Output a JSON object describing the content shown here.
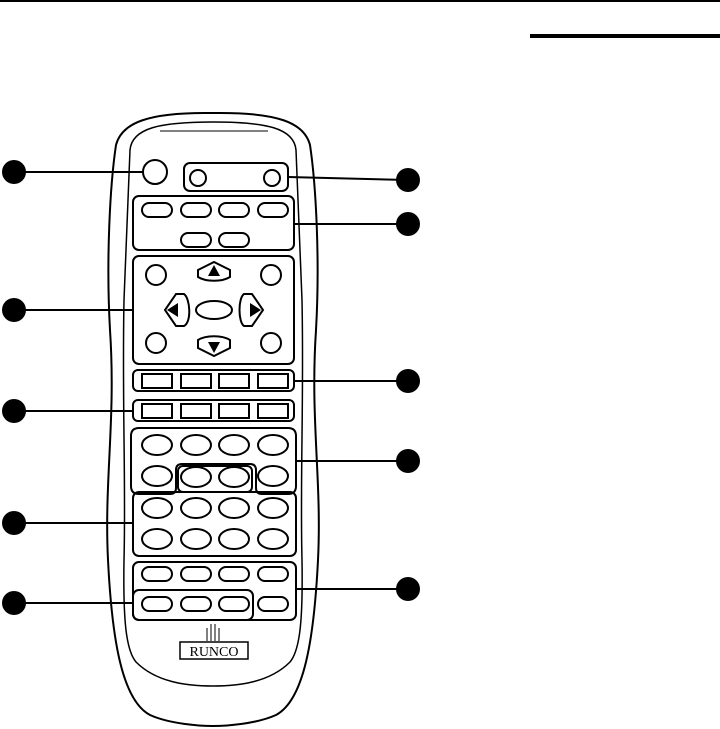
{
  "brand": {
    "logo_text": "RUNCO"
  },
  "colors": {
    "ink": "#000000",
    "paper": "#ffffff"
  },
  "callouts": [
    {
      "id": "callout-1",
      "side": "left",
      "points_to": "power-button"
    },
    {
      "id": "callout-2",
      "side": "left",
      "points_to": "navigation-group"
    },
    {
      "id": "callout-3",
      "side": "left",
      "points_to": "function-row-2"
    },
    {
      "id": "callout-4",
      "side": "left",
      "points_to": "numeric-keypad"
    },
    {
      "id": "callout-5",
      "side": "left",
      "points_to": "bottom-left-group"
    },
    {
      "id": "callout-6",
      "side": "right",
      "points_to": "on-off-pair"
    },
    {
      "id": "callout-7",
      "side": "right",
      "points_to": "source-group"
    },
    {
      "id": "callout-8",
      "side": "right",
      "points_to": "function-row-1"
    },
    {
      "id": "callout-9",
      "side": "right",
      "points_to": "middle-group"
    },
    {
      "id": "callout-10",
      "side": "right",
      "points_to": "bottom-right-group"
    }
  ],
  "icons": {
    "up": "triangle-up-icon",
    "down": "triangle-down-icon",
    "left": "triangle-left-icon",
    "right": "triangle-right-icon"
  }
}
